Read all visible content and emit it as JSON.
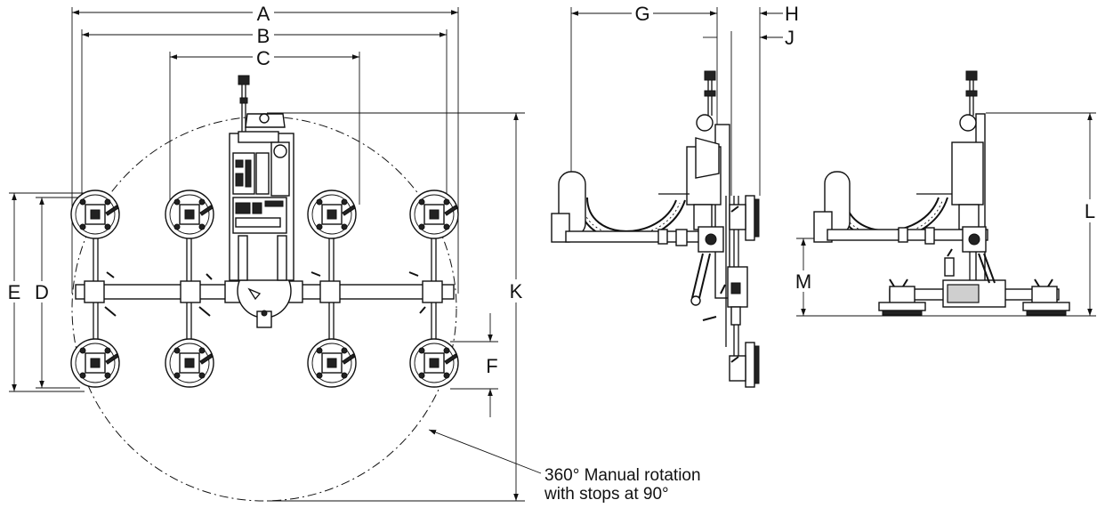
{
  "dimensions": {
    "A": "A",
    "B": "B",
    "C": "C",
    "D": "D",
    "E": "E",
    "F": "F",
    "G": "G",
    "H": "H",
    "J": "J",
    "K": "K",
    "L": "L",
    "M": "M"
  },
  "note": {
    "line1": "360° Manual rotation",
    "line2": "with stops at 90°"
  }
}
